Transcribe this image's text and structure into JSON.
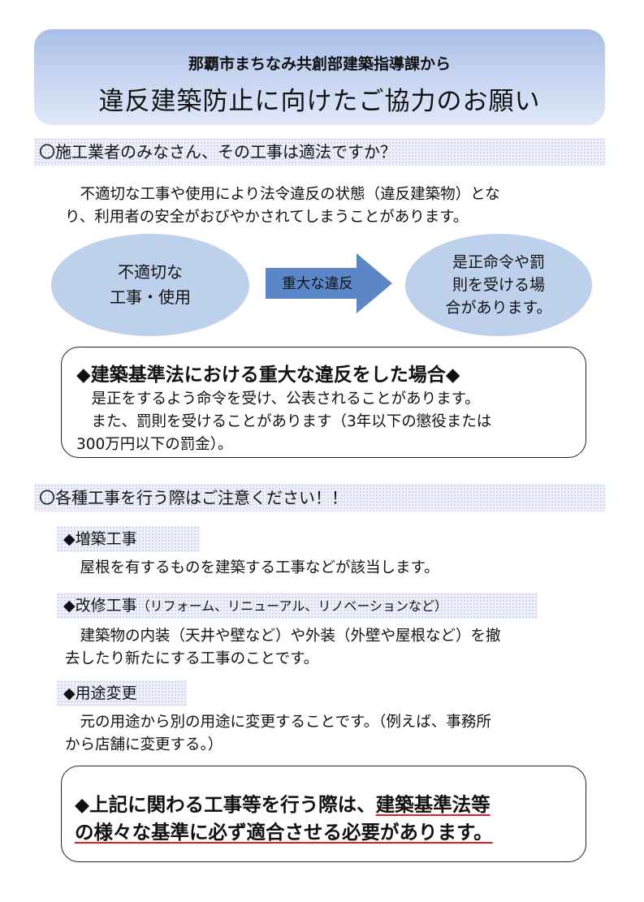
{
  "banner": {
    "subtitle": "那覇市まちなみ共創部建築指導課から",
    "title": "違反建築防止に向けたご協力のお願い"
  },
  "section1": {
    "heading": "〇施工業者のみなさん、その工事は適法ですか？",
    "intro_line1": "　不適切な工事や使用により法令違反の状態（違反建築物）とな",
    "intro_line2": "り、利用者の安全がおびやかされてしまうことがあります。",
    "flow": {
      "left_line1": "不適切な",
      "left_line2": "工事・使用",
      "arrow_label": "重大な違反",
      "right_line1": "是正命令や罰",
      "right_line2": "則を受ける場",
      "right_line3": "合があります。"
    },
    "box": {
      "title": "◆建築基準法における重大な違反をした場合◆",
      "line1": "　是正をするよう命令を受け、公表されることがあります。",
      "line2": "　また、罰則を受けることがあります（3年以下の懲役または",
      "line3": "300万円以下の罰金）。"
    }
  },
  "section2": {
    "heading": "〇各種工事を行う際はご注意ください！！",
    "items": [
      {
        "title": "◆増築工事",
        "note": "",
        "line1": "　屋根を有するものを建築する工事などが該当します。",
        "line2": ""
      },
      {
        "title": "◆改修工事",
        "note": "（リフォーム、リニューアル、リノベーションなど）",
        "line1": "　建築物の内装（天井や壁など）や外装（外壁や屋根など）を撤",
        "line2": "去したり新たにする工事のことです。"
      },
      {
        "title": "◆用途変更",
        "note": "",
        "line1": "　元の用途から別の用途に変更することです。（例えば、事務所",
        "line2": "から店舗に変更する。）"
      }
    ],
    "final_box": {
      "line1_plain": "◆上記に関わる工事等を行う際は、",
      "line1_underlined": "建築基準法等",
      "line2": "の様々な基準に必ず適合させる必要があります。"
    }
  },
  "colors": {
    "banner_top": "#a9bde6",
    "oval_fill": "#bdd0ec",
    "arrow_fill": "#5b87c8",
    "underline": "#e02020"
  }
}
